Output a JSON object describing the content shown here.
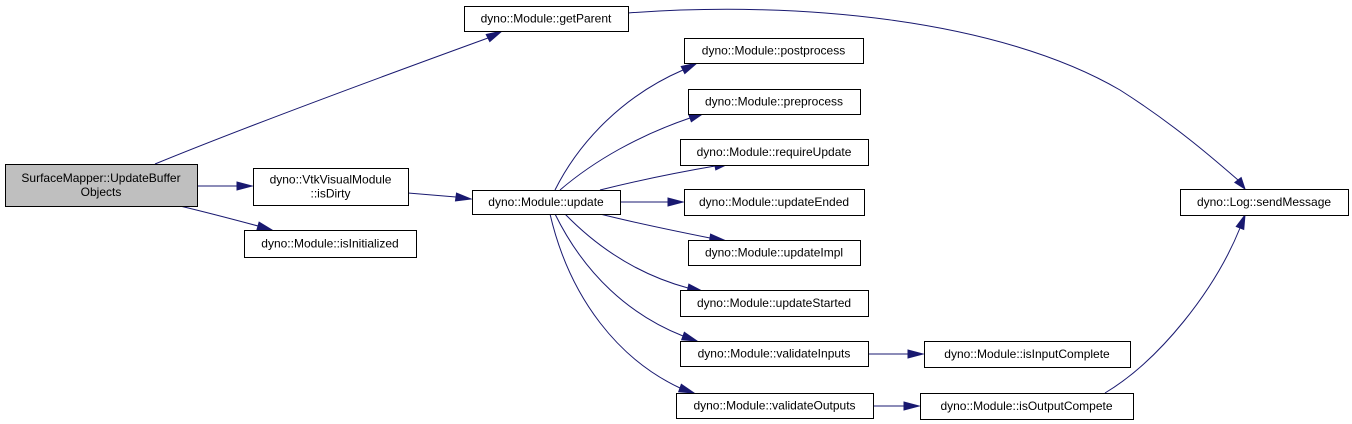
{
  "nodes": {
    "root": {
      "lines": [
        "SurfaceMapper::UpdateBuffer",
        "Objects"
      ],
      "root": true
    },
    "getParent": {
      "lines": [
        "dyno::Module::getParent"
      ]
    },
    "isDirty": {
      "lines": [
        "dyno::VtkVisualModule",
        "::isDirty"
      ]
    },
    "isInit": {
      "lines": [
        "dyno::Module::isInitialized"
      ]
    },
    "update": {
      "lines": [
        "dyno::Module::update"
      ]
    },
    "postprocess": {
      "lines": [
        "dyno::Module::postprocess"
      ]
    },
    "preprocess": {
      "lines": [
        "dyno::Module::preprocess"
      ]
    },
    "requireUpd": {
      "lines": [
        "dyno::Module::requireUpdate"
      ]
    },
    "updEnded": {
      "lines": [
        "dyno::Module::updateEnded"
      ]
    },
    "updImpl": {
      "lines": [
        "dyno::Module::updateImpl"
      ]
    },
    "updStarted": {
      "lines": [
        "dyno::Module::updateStarted"
      ]
    },
    "valInputs": {
      "lines": [
        "dyno::Module::validateInputs"
      ]
    },
    "valOutputs": {
      "lines": [
        "dyno::Module::validateOutputs"
      ]
    },
    "inComplete": {
      "lines": [
        "dyno::Module::isInputComplete"
      ]
    },
    "outCompete": {
      "lines": [
        "dyno::Module::isOutputCompete"
      ]
    },
    "sendMsg": {
      "lines": [
        "dyno::Log::sendMessage"
      ]
    }
  },
  "edges": [
    [
      "root",
      "getParent"
    ],
    [
      "root",
      "isDirty"
    ],
    [
      "root",
      "isInit"
    ],
    [
      "getParent",
      "sendMsg"
    ],
    [
      "isDirty",
      "update"
    ],
    [
      "update",
      "postprocess"
    ],
    [
      "update",
      "preprocess"
    ],
    [
      "update",
      "requireUpd"
    ],
    [
      "update",
      "updEnded"
    ],
    [
      "update",
      "updImpl"
    ],
    [
      "update",
      "updStarted"
    ],
    [
      "update",
      "valInputs"
    ],
    [
      "update",
      "valOutputs"
    ],
    [
      "valInputs",
      "inComplete"
    ],
    [
      "valOutputs",
      "outCompete"
    ],
    [
      "outCompete",
      "sendMsg"
    ]
  ],
  "colors": {
    "edge": "#191970",
    "root_fill": "#bfbfbf"
  }
}
